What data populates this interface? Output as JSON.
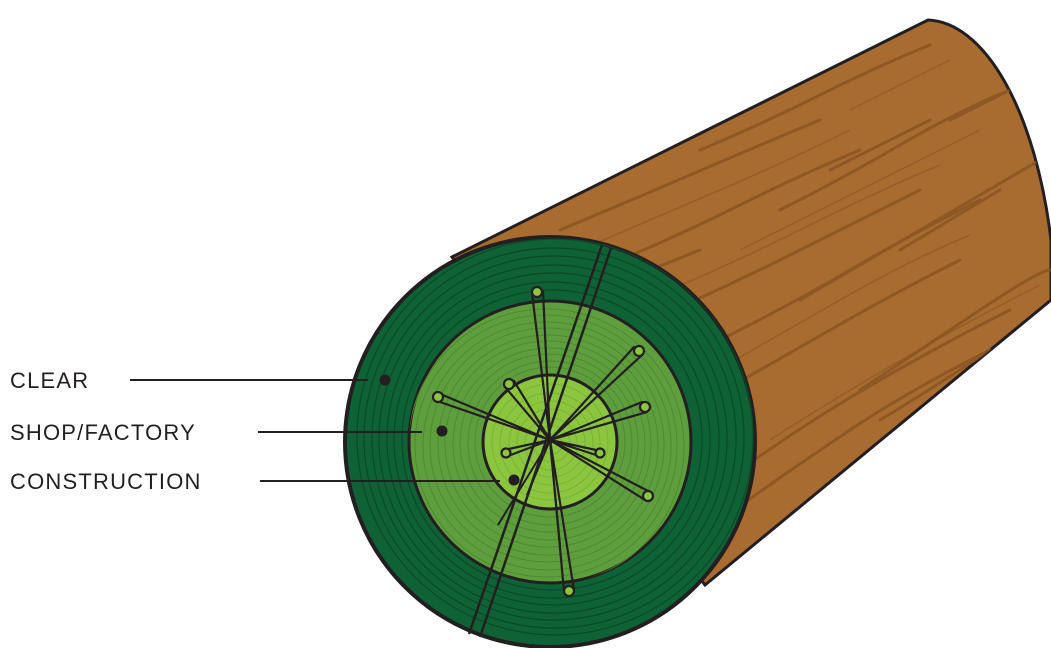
{
  "labels": {
    "clear": "CLEAR",
    "shop_factory": "SHOP/FACTORY",
    "construction": "CONSTRUCTION"
  },
  "colors": {
    "bark": "#a86b30",
    "bark_grain": "#8a5524",
    "outline": "#231f20",
    "clear_zone": "#0f6136",
    "shop_zone": "#5e9e3c",
    "construction_zone": "#8cc63f",
    "label_text": "#231f20"
  }
}
